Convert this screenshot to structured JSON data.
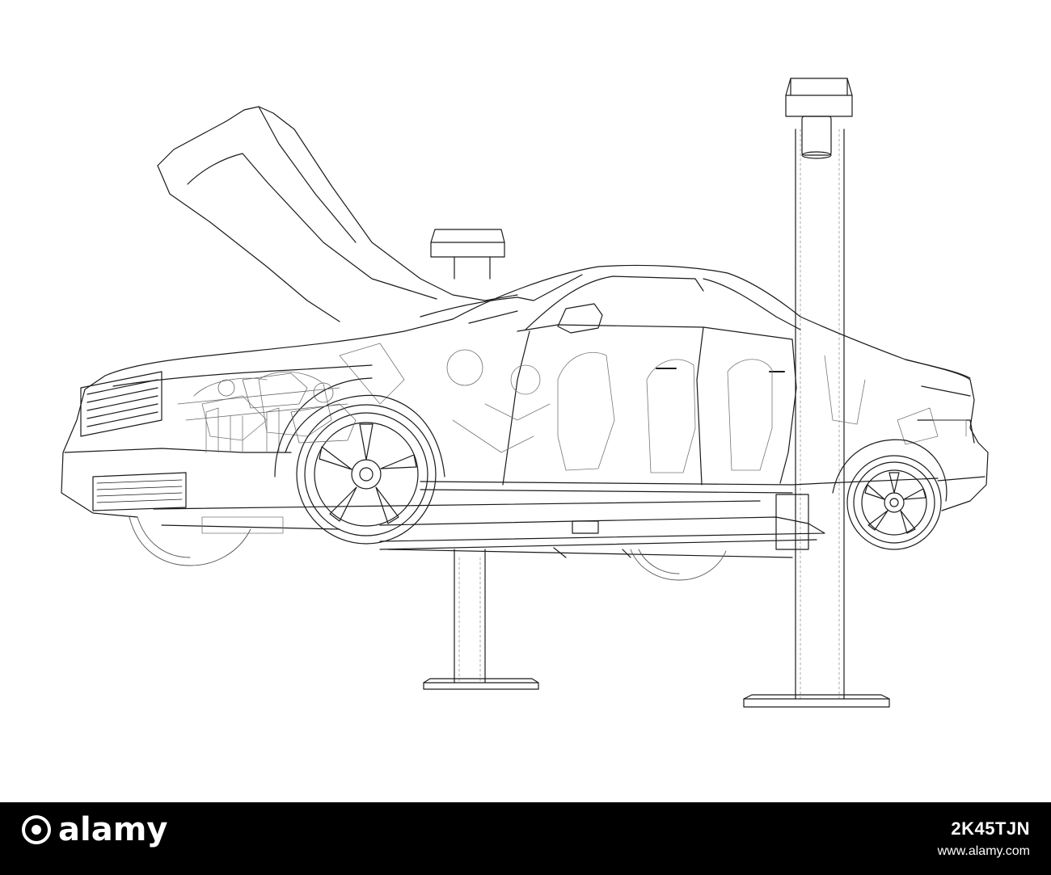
{
  "illustration": {
    "subject": "car-on-two-post-lift",
    "line_color": "#1a1a1a",
    "background": "#ffffff"
  },
  "footer": {
    "brand": "alamy",
    "image_id": "2K45TJN",
    "url": "www.alamy.com",
    "background": "#000000",
    "text_color": "#ffffff"
  }
}
